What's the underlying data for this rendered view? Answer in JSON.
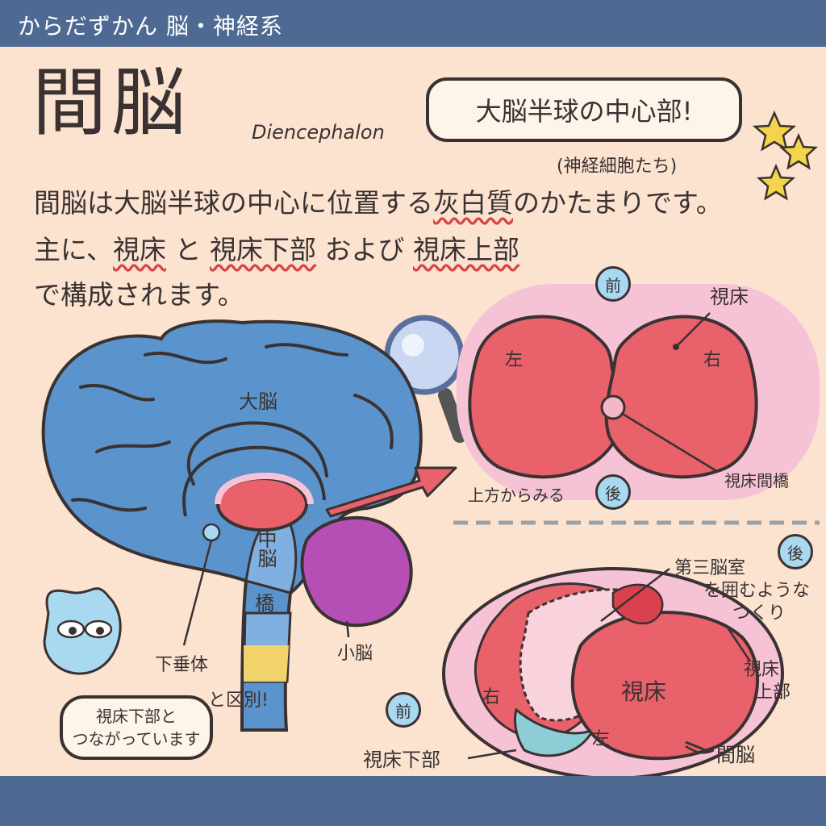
{
  "header": {
    "title": "からだずかん 脳・神経系"
  },
  "title": {
    "main": "間脳",
    "english": "Diencephalon"
  },
  "speech_bubble": {
    "text": "大脳半球の中心部!",
    "note": "(神経細胞たち)"
  },
  "description": {
    "line1_a": "間脳は大脳半球の中心に位置する",
    "line1_em": "灰白質",
    "line1_b": "のかたまりです。",
    "line2_a": "主に、",
    "line2_em1": "視床",
    "line2_b": "と",
    "line2_em2": "視床下部",
    "line2_c": "および",
    "line2_em3": "視床上部",
    "line3": "で構成されます。"
  },
  "brain_labels": {
    "cerebrum": "大脳",
    "midbrain": "中脳",
    "pons": "橋",
    "cerebellum": "小脳",
    "pituitary": "下垂体",
    "distinguish": "と区別!",
    "note_line1": "視床下部と",
    "note_line2": "つながっています"
  },
  "top_view": {
    "front": "前",
    "back": "後",
    "thalamus": "視床",
    "left": "左",
    "right": "右",
    "from_above": "上方からみる",
    "interthalamic": "視床間橋"
  },
  "bottom_view": {
    "back": "後",
    "front": "前",
    "third_ventricle_1": "第三脳室",
    "third_ventricle_2": "を囲むような",
    "third_ventricle_3": "つくり",
    "epithalamus_1": "視床",
    "epithalamus_2": "上部",
    "thalamus": "視床",
    "right": "右",
    "left": "左",
    "hypothalamus": "視床下部",
    "diencephalon": "間脳"
  },
  "colors": {
    "header_bar": "#4f6a92",
    "background": "#fbe3d0",
    "cerebrum": "#5b94cd",
    "thalamus": "#e8616b",
    "cerebellum": "#b54fb6",
    "brainstem_blue": "#7fb0df",
    "brainstem_yellow": "#f0d36a",
    "halo": "#f6c3d6",
    "label_circle": "#a9d9f0"
  }
}
